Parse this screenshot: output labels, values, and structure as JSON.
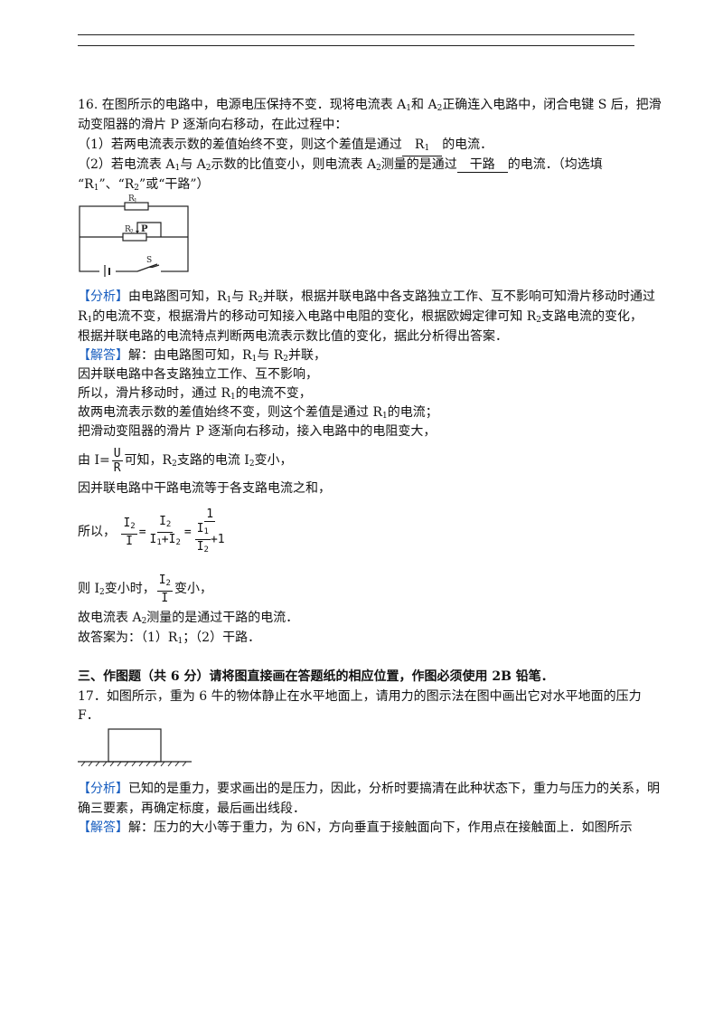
{
  "q16": {
    "line1": "16. 在图所示的电路中，电源电压保持不变．现将电流表 A",
    "line1_b": "和 A",
    "line1_c": "正确连入电路中，闭合电键 S 后，把滑",
    "line2": "动变阻器的滑片 P 逐渐向右移动，在此过程中：",
    "p1_pre": "（1）若两电流表示数的差值始终不变，则这个差值是通过",
    "p1_ans": "R",
    "p1_post": "的电流．",
    "p2_pre": "（2）若电流表 A",
    "p2_mid": "与 A",
    "p2_mid2": "示数的比值变小，则电流表 A",
    "p2_mid3": "测量的是通过",
    "p2_ans": "干路",
    "p2_post": "的电流．（均选填",
    "p2_line2": "“R",
    "p2_line2_b": "”、“R",
    "p2_line2_c": "”或“干路”）",
    "circuit_labels": {
      "r1": "R",
      "r2": "R",
      "p": "P",
      "s": "S"
    }
  },
  "analysis16": {
    "tag": "【分析】",
    "l1": "由电路图可知，R",
    "l1_b": "与 R",
    "l1_c": "并联，根据并联电路中各支路独立工作、互不影响可知滑片移动时通过",
    "l2": "R",
    "l2_b": "的电流不变，根据滑片的移动可知接入电路中电阻的变化，根据欧姆定律可知 R",
    "l2_c": "支路电流的变化，",
    "l3": "根据并联电路的电流特点判断两电流表示数比值的变化，据此分析得出答案．"
  },
  "answer16": {
    "tag": "【解答】",
    "l1": "解：由电路图可知，R",
    "l1_b": "与 R",
    "l1_c": "并联，",
    "l2": "因并联电路中各支路独立工作、互不影响，",
    "l3": "所以，滑片移动时，通过 R",
    "l3_b": "的电流不变，",
    "l4": "故两电流表示数的差值始终不变，则这个差值是通过 R",
    "l4_b": "的电流；",
    "l5": "把滑动变阻器的滑片 P 逐渐向右移动，接入电路中的电阻变大，",
    "l6_pre": "由 I=",
    "l6_num": "U",
    "l6_den": "R",
    "l6_post": "可知，R",
    "l6_b": "支路的电流 I",
    "l6_c": "变小，",
    "l7": "因并联电路中干路电流等于各支路电流之和，",
    "l8_pre": "所以，",
    "l9_pre": "则 I",
    "l9_mid": "变小时，",
    "l9_post": "变小，",
    "l10": "故电流表 A",
    "l10_b": "测量的是通过干路的电流．",
    "l11": "故答案为：（1）R",
    "l11_b": "；（2）干路．",
    "math": {
      "i": "I",
      "one": "1",
      "plus": "+",
      "eq": "=",
      "plus1": "+1",
      "sub1": "1",
      "sub2": "2"
    }
  },
  "section3": {
    "heading": "三、作图题（共 6 分）请将图直接画在答题纸的相应位置，作图必须使用 2B 铅笔．"
  },
  "q17": {
    "l1": "17．如图所示，重为 6 牛的物体静止在水平地面上，请用力的图示法在图中画出它对水平地面的压力",
    "l2": "F．"
  },
  "analysis17": {
    "tag": "【分析】",
    "l1": "已知的是重力，要求画出的是压力，因此，分析时要搞清在此种状态下，重力与压力的关系，明",
    "l2": "确三要素，再确定标度，最后画出线段．"
  },
  "answer17": {
    "tag": "【解答】",
    "l1": "解：压力的大小等于重力，为 6N，方向垂直于接触面向下，作用点在接触面上．如图所示"
  }
}
